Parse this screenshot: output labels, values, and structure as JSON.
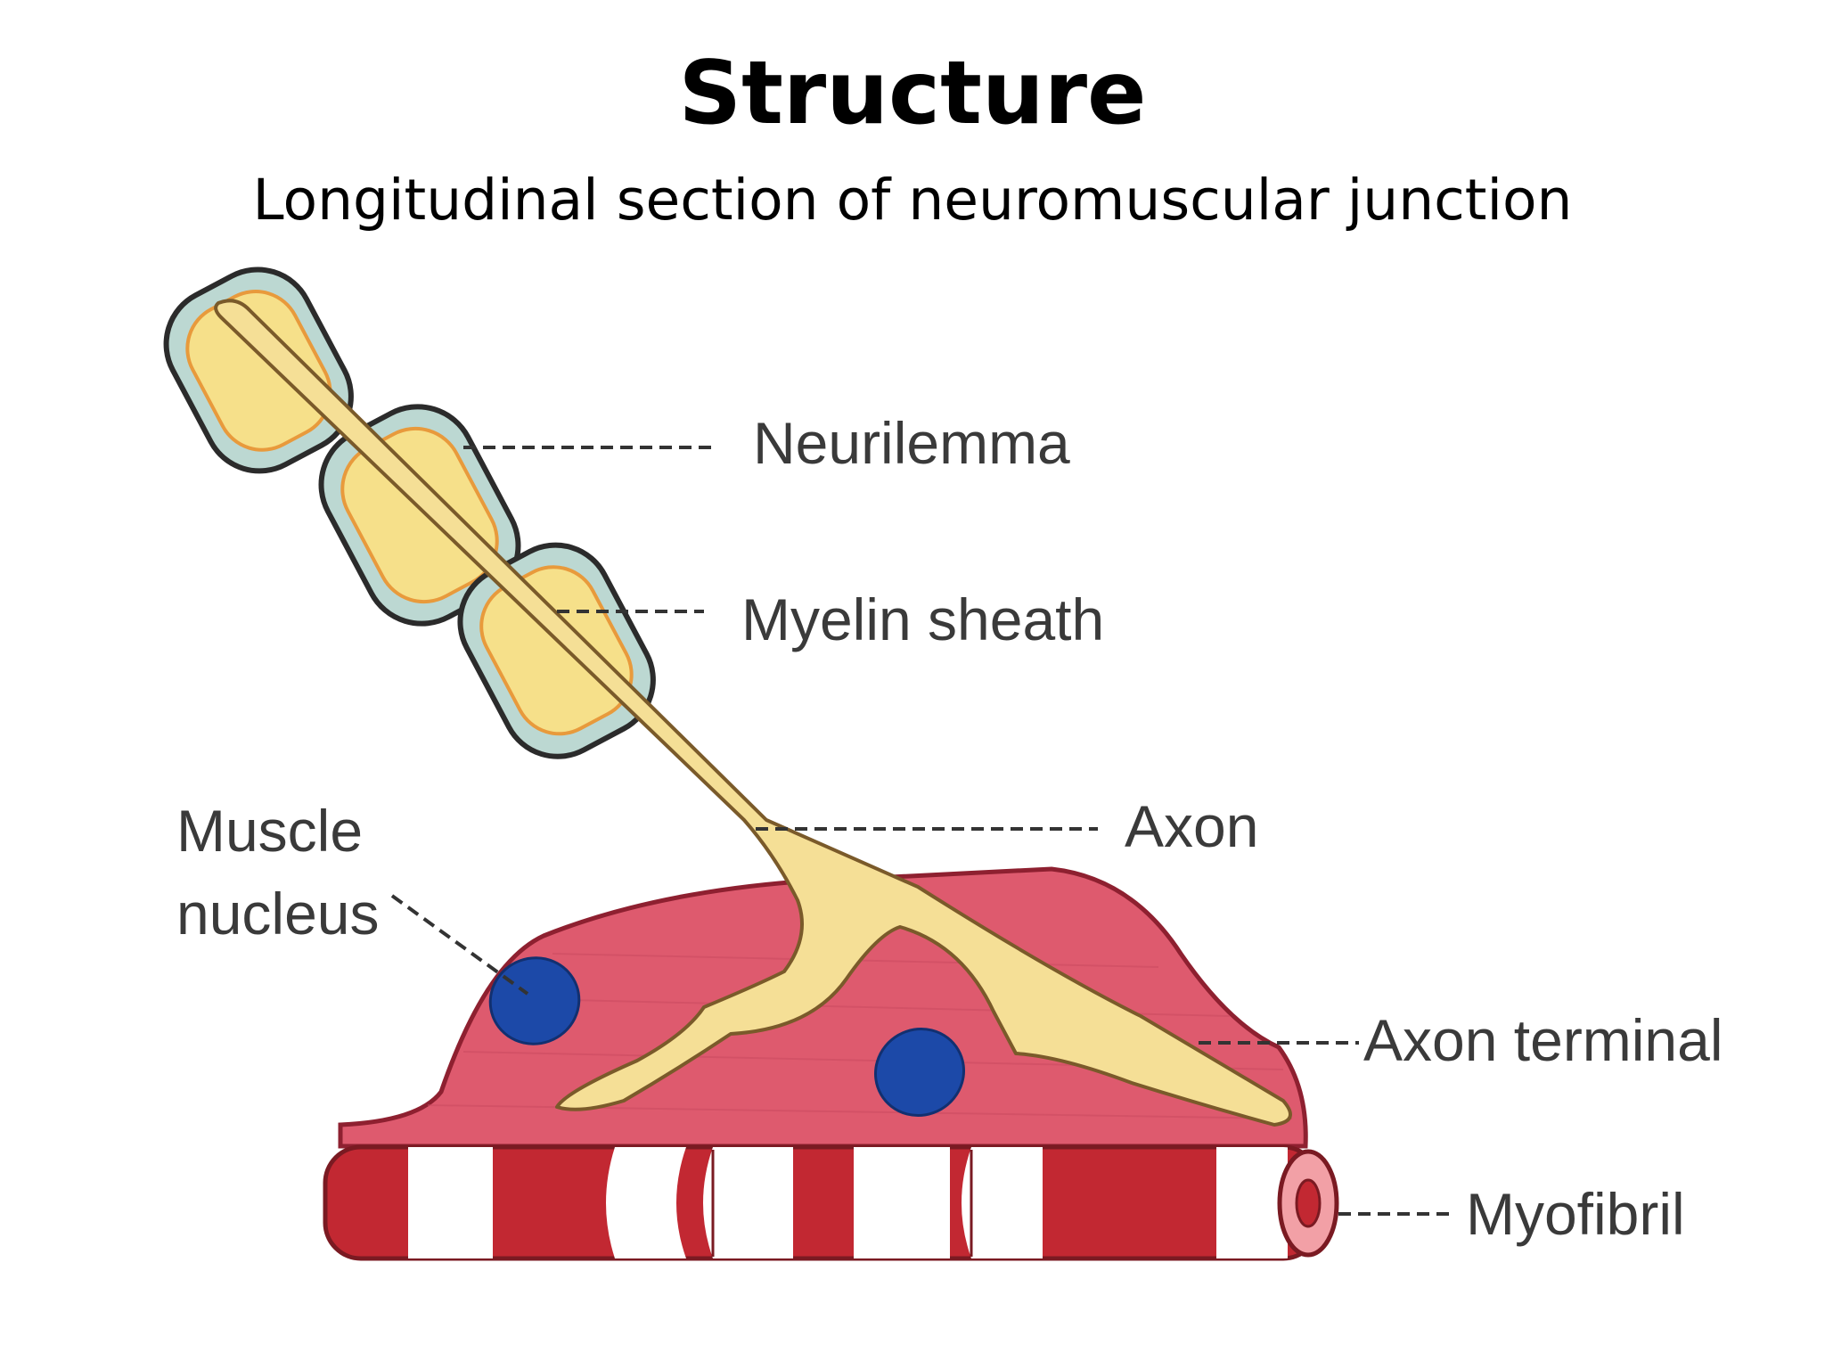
{
  "title": "Structure",
  "subtitle": "Longitudinal section of neuromuscular junction",
  "labels": {
    "neurilemma": "Neurilemma",
    "myelin_sheath": "Myelin sheath",
    "axon": "Axon",
    "muscle_nucleus_line1": "Muscle",
    "muscle_nucleus_line2": "nucleus",
    "axon_terminal": "Axon terminal",
    "myofibril": "Myofibril"
  },
  "colors": {
    "muscle": "#de5a6e",
    "muscle_outline": "#8e2030",
    "myofibril_red": "#c22832",
    "axon_fill": "#f5df96",
    "myelin_fill": "#f6e08a",
    "myelin_ring": "#e89a3c",
    "neurilemma": "#bcd8d2",
    "nucleus": "#1c49a8"
  }
}
